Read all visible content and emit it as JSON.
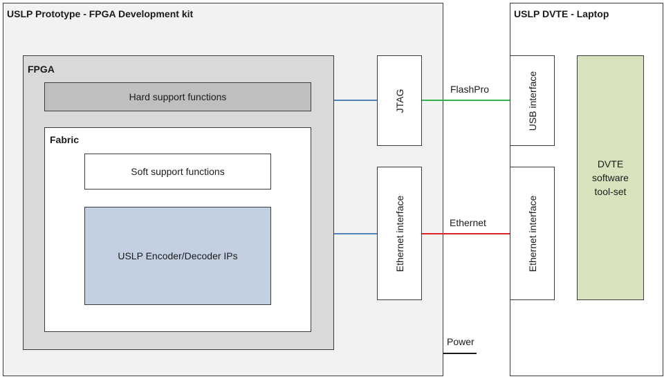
{
  "prototype": {
    "title": "USLP Prototype - FPGA Development kit"
  },
  "laptop": {
    "title": "USLP DVTE - Laptop"
  },
  "fpga": {
    "title": "FPGA",
    "hard_support": "Hard support functions",
    "fabric": {
      "title": "Fabric",
      "soft_support": "Soft support functions",
      "ip": "USLP Encoder/Decoder IPs"
    }
  },
  "interfaces": {
    "jtag": "JTAG",
    "ethernet_proto": "Ethernet interface",
    "usb": "USB interface",
    "ethernet_laptop": "Ethernet interface"
  },
  "dvte_tools": [
    "DVTE",
    "software",
    "tool-set"
  ],
  "links": {
    "flashpro": "FlashPro",
    "ethernet": "Ethernet",
    "power": "Power"
  },
  "colors": {
    "fpga_to_interface": "#4f81bd",
    "flashpro_link": "#2db34a",
    "ethernet_link": "#e01f26",
    "power_line": "#1a1a1a",
    "ip_block": "#c3d0e2",
    "dvte_block": "#d7e3bc"
  }
}
